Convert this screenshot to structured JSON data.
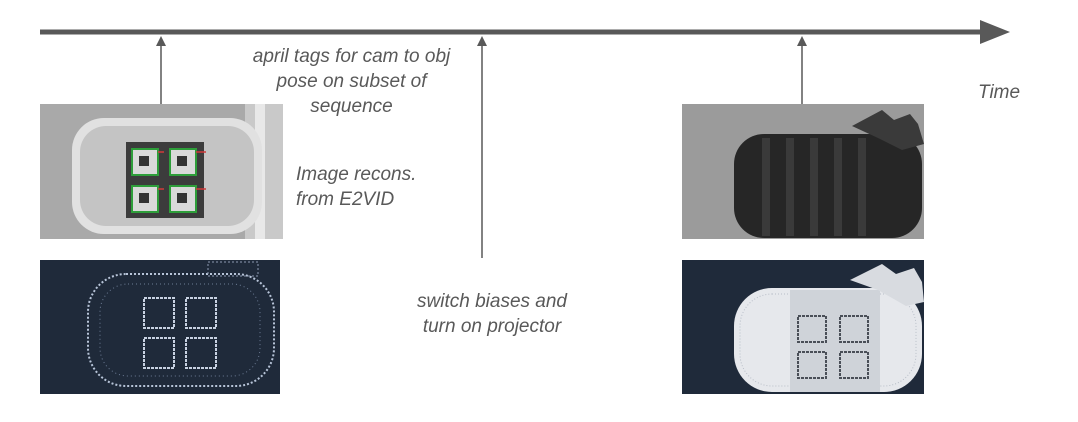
{
  "timeline": {
    "axis_label": "Time",
    "color": "#595959"
  },
  "annotations": {
    "april_tags": [
      "april tags for cam to obj",
      "pose on subset of",
      "sequence"
    ],
    "image_recons": [
      "Image recons.",
      "from E2VID"
    ],
    "switch_biases": [
      "switch biases and",
      "turn on projector"
    ]
  },
  "panels": {
    "left_recon": {
      "bg": "#a9a9a9",
      "object": "april-tag-board",
      "tag_overlay": "#2e9e3a"
    },
    "left_events": {
      "bg": "#1f2a3a",
      "object": "april-tag-board-events"
    },
    "right_recon": {
      "bg": "#9b9b9b",
      "object": "dark-object"
    },
    "right_events": {
      "bg": "#1f2a3a",
      "object": "projected-pattern-object"
    }
  }
}
